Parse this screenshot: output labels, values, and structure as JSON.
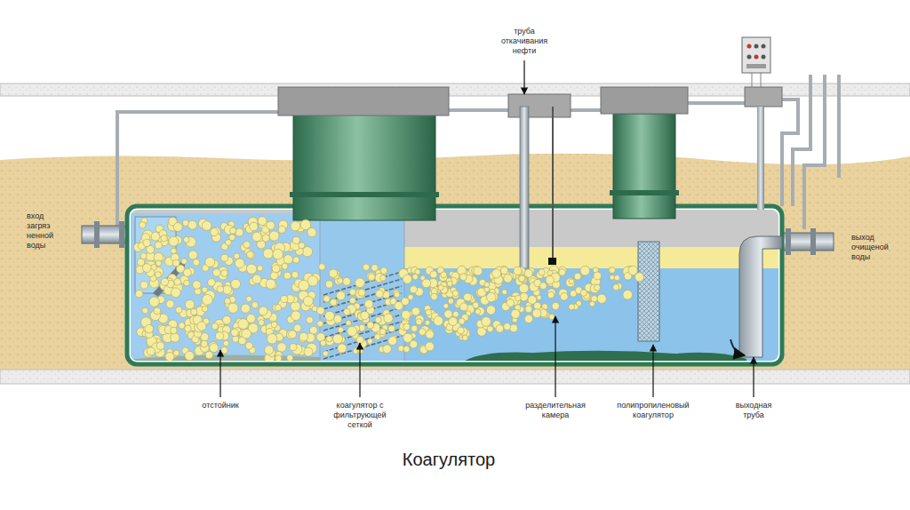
{
  "diagram": {
    "caption": "Коагулятор",
    "labels": [
      "труба откачивания нефти",
      "вход загряз ненной воды",
      "выход очищеной воды",
      "отстойник",
      "коагулятор с фильтрующей сеткой",
      "разделительная камера",
      "полипропиленовый коагулятор",
      "выходная труба"
    ]
  }
}
